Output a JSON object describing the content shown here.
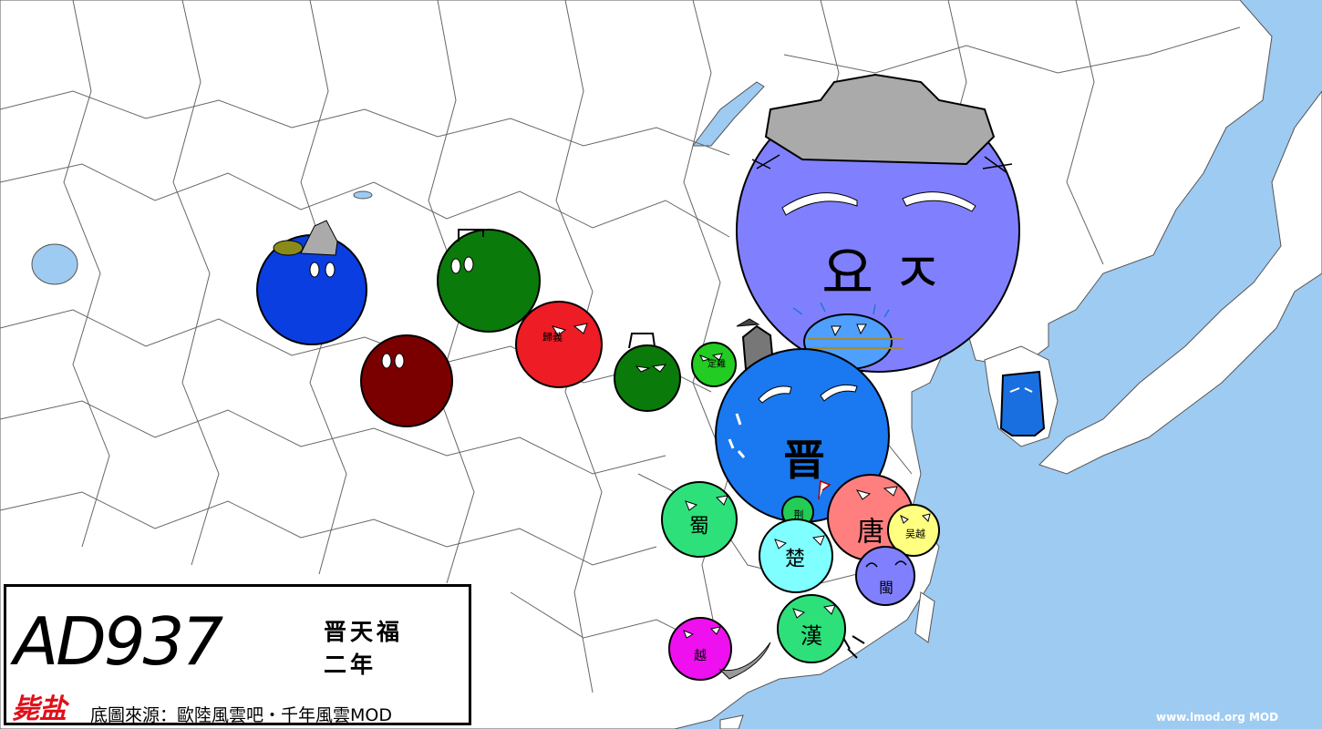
{
  "legend": {
    "year": "AD937",
    "era_line1": "晋天福",
    "era_line2": "二年",
    "signature": "毙盐",
    "source": "底圖來源：歐陸風雲吧・千年風雲MOD"
  },
  "watermark": "www.lmod.org  MOD",
  "balls": {
    "khitan": {
      "label": "요 ㅈ",
      "color": "#8080ff"
    },
    "jin": {
      "label": "晋",
      "color": "#1a78f0"
    },
    "guiyi": {
      "label": "歸義",
      "color": "#ee1c24"
    },
    "dingnan": {
      "label": "定難",
      "color": "#22cc22"
    },
    "shu": {
      "label": "蜀",
      "color": "#2ee07a"
    },
    "jingnan": {
      "label": "荆",
      "color": "#22cc55"
    },
    "chu": {
      "label": "楚",
      "color": "#7fffff"
    },
    "tang": {
      "label": "唐",
      "color": "#ff7f7f"
    },
    "wuyue": {
      "label": "吴越",
      "color": "#ffff80"
    },
    "min": {
      "label": "閩",
      "color": "#8080ff"
    },
    "han": {
      "label": "漢",
      "color": "#2ee07a"
    },
    "yue": {
      "label": "越",
      "color": "#ee10ee"
    },
    "karakhanid": {
      "color": "#0a3ee0"
    },
    "uyghur_green": {
      "color": "#0a7a0a"
    },
    "tibet": {
      "color": "#7a0000"
    },
    "small_green": {
      "color": "#0a7a0a"
    },
    "goryeo": {
      "color": "#1a6fe0"
    },
    "balhae": {
      "color": "#4f9fff"
    }
  }
}
